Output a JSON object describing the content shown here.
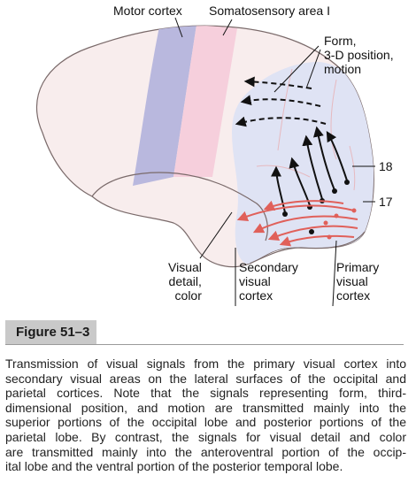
{
  "labels": {
    "motor_cortex": "Motor cortex",
    "somatosensory": "Somatosensory area I",
    "form_line1": "Form,",
    "form_line2": "3-D position,",
    "form_line3": "motion",
    "area18": "18",
    "area17": "17",
    "visual_detail_line1": "Visual",
    "visual_detail_line2": "detail,",
    "visual_detail_line3": "color",
    "secondary_line1": "Secondary",
    "secondary_line2": "visual",
    "secondary_line3": "cortex",
    "primary_line1": "Primary",
    "primary_line2": "visual",
    "primary_line3": "cortex"
  },
  "figure": {
    "title": "Figure 51–3",
    "caption_lines": [
      "Transmission of visual signals from the primary visual cortex into",
      "secondary visual areas on the lateral surfaces of the occipital and",
      "parietal cortices. Note that the signals representing form, third-",
      "dimensional position, and motion are transmitted mainly into the",
      "superior portions of the occipital lobe and posterior portions of the",
      "parietal lobe. By contrast, the signals for visual detail and color",
      "are transmitted mainly into the anteroventral portion of the occip-",
      "ital lobe and the ventral portion of the posterior temporal lobe."
    ]
  },
  "colors": {
    "brain_fill": "#f8eded",
    "brain_outline": "#7a6a6a",
    "motor_band": "#b9b8de",
    "somato_band": "#f6cfdc",
    "visual_region": "#dfe3f4",
    "red_arrow": "#e0605a",
    "black_arrow": "#111111",
    "figure_tab": "#c9c9c9"
  }
}
